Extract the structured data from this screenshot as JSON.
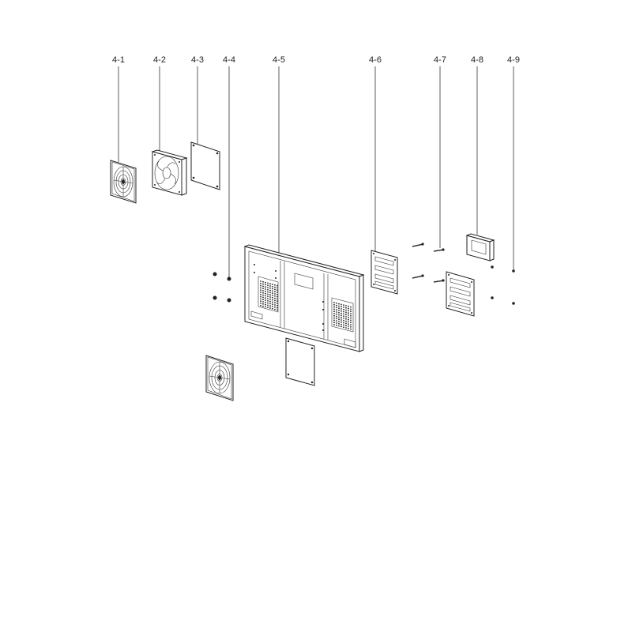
{
  "callouts": [
    {
      "id": "4-1",
      "label": "4-1",
      "part": "fan-guard"
    },
    {
      "id": "4-2",
      "label": "4-2",
      "part": "fan"
    },
    {
      "id": "4-3",
      "label": "4-3",
      "part": "filter-gasket"
    },
    {
      "id": "4-4",
      "label": "4-4",
      "part": "nuts"
    },
    {
      "id": "4-5",
      "label": "4-5",
      "part": "door-panel"
    },
    {
      "id": "4-6",
      "label": "4-6",
      "part": "louver-left"
    },
    {
      "id": "4-7",
      "label": "4-7",
      "part": "screws"
    },
    {
      "id": "4-8",
      "label": "4-8",
      "part": "cover-plate"
    },
    {
      "id": "4-9",
      "label": "4-9",
      "part": "small-nuts"
    }
  ],
  "colors": {
    "line": "#333333",
    "fill": "#ffffff",
    "dark": "#222222"
  }
}
